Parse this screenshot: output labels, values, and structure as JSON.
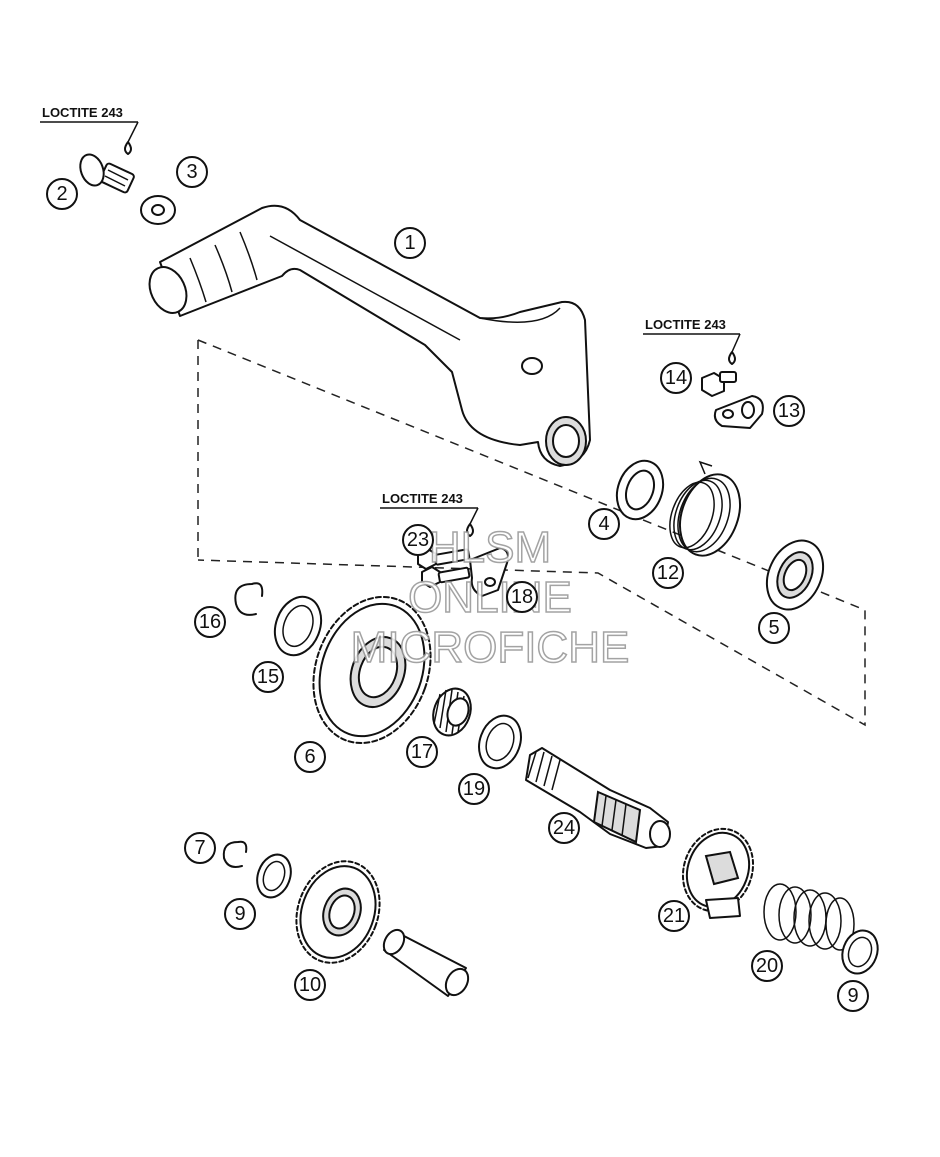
{
  "adhesive_label": "LOCTITE 243",
  "watermark": {
    "line1": "HLSM",
    "line2": "ONLINE",
    "line3": "MICROFICHE"
  },
  "callouts": {
    "c1": "1",
    "c2": "2",
    "c3": "3",
    "c4": "4",
    "c5": "5",
    "c6": "6",
    "c7": "7",
    "c9a": "9",
    "c9b": "9",
    "c10": "10",
    "c12": "12",
    "c13": "13",
    "c14": "14",
    "c15": "15",
    "c16": "16",
    "c17": "17",
    "c18": "18",
    "c19": "19",
    "c20": "20",
    "c21": "21",
    "c23": "23",
    "c24": "24"
  }
}
